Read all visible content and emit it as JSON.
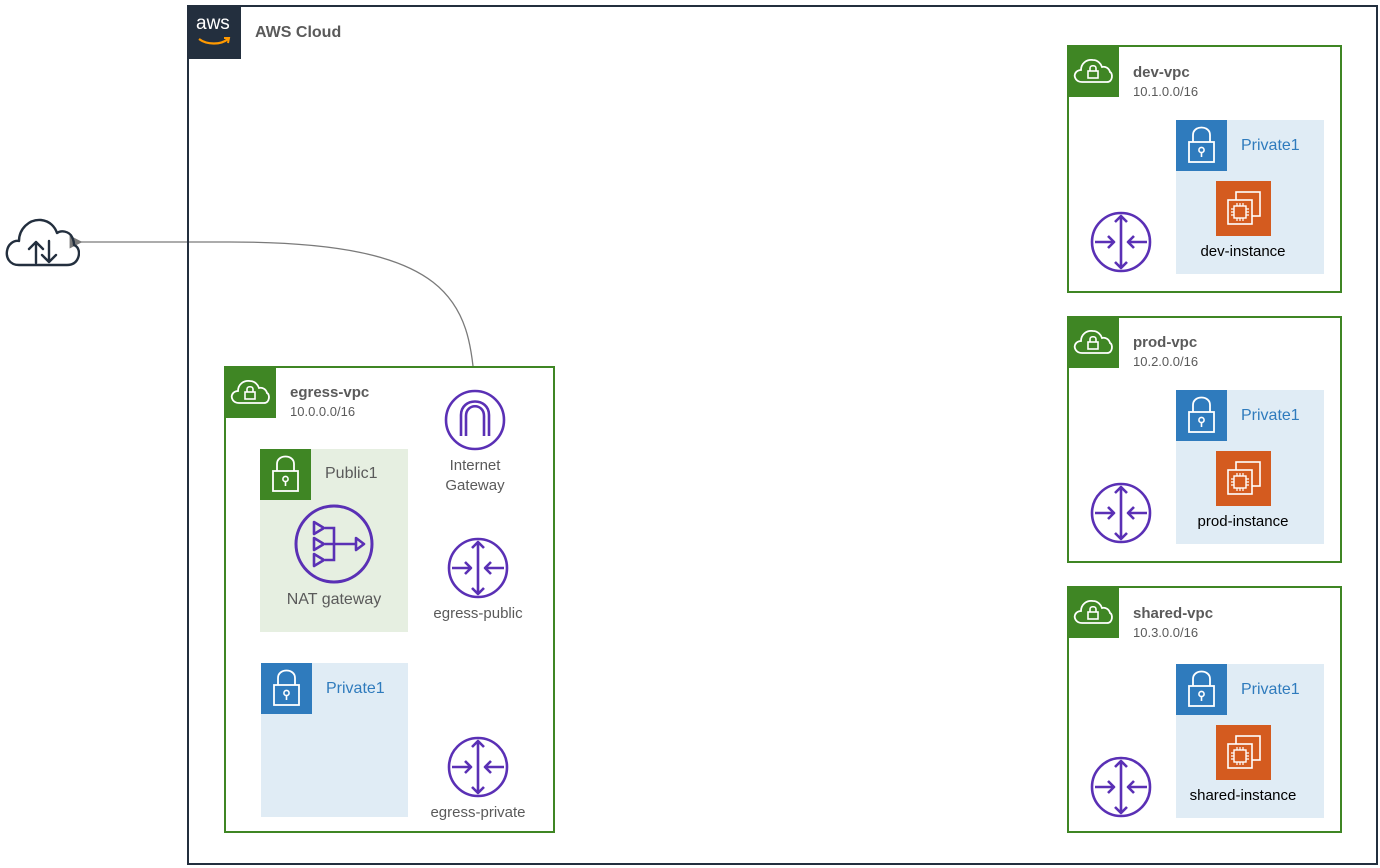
{
  "cloud": {
    "title": "AWS Cloud",
    "logo_text": "aws"
  },
  "egress_vpc": {
    "name": "egress-vpc",
    "cidr": "10.0.0.0/16",
    "public_subnet": {
      "label": "Public1",
      "nat_label": "NAT gateway"
    },
    "private_subnet": {
      "label": "Private1"
    },
    "igw_label_line1": "Internet",
    "igw_label_line2": "Gateway",
    "router_public_label": "egress-public",
    "router_private_label": "egress-private"
  },
  "spoke_vpcs": [
    {
      "name": "dev-vpc",
      "cidr": "10.1.0.0/16",
      "subnet": "Private1",
      "instance": "dev-instance"
    },
    {
      "name": "prod-vpc",
      "cidr": "10.2.0.0/16",
      "subnet": "Private1",
      "instance": "prod-instance"
    },
    {
      "name": "shared-vpc",
      "cidr": "10.3.0.0/16",
      "subnet": "Private1",
      "instance": "shared-instance"
    }
  ],
  "icons": {
    "internet": "internet-cloud-icon",
    "vpc": "vpc-cloud-lock-icon",
    "subnet": "subnet-lock-icon",
    "router": "route-table-icon",
    "nat": "nat-gateway-icon",
    "igw": "internet-gateway-icon",
    "ec2": "ec2-instance-icon"
  },
  "colors": {
    "vpc_border": "#3f8624",
    "private_subnet": "#2f7bbd",
    "public_subnet_bg": "#e6efe1",
    "private_subnet_bg": "#e0ecf5",
    "network_icon": "#5a30b5",
    "ec2": "#d45b1f",
    "cloud_border": "#232f3e"
  }
}
